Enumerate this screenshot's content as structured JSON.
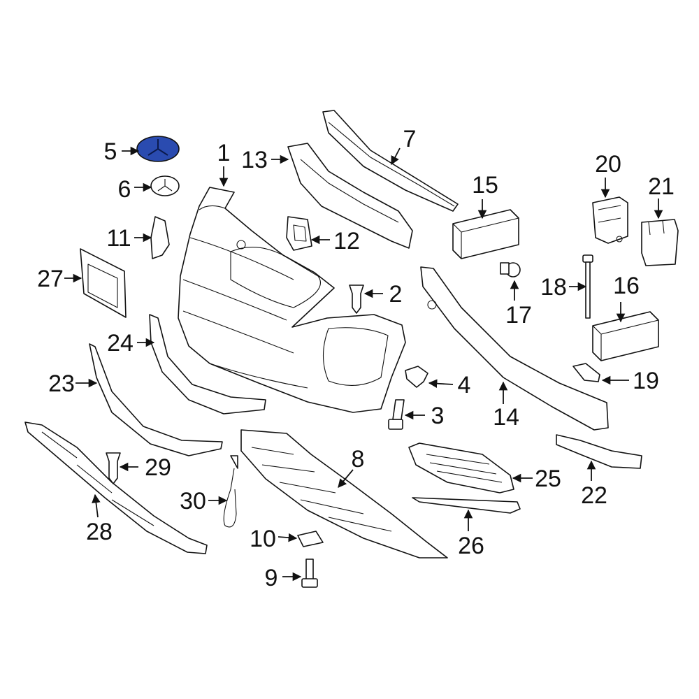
{
  "diagram": {
    "highlight_color": "#2a4bb0",
    "highlighted_part": "5",
    "callouts": [
      "1",
      "2",
      "3",
      "4",
      "5",
      "6",
      "7",
      "8",
      "9",
      "10",
      "11",
      "12",
      "13",
      "14",
      "15",
      "16",
      "17",
      "18",
      "19",
      "20",
      "21",
      "22",
      "23",
      "24",
      "25",
      "26",
      "27",
      "28",
      "29",
      "30"
    ]
  }
}
